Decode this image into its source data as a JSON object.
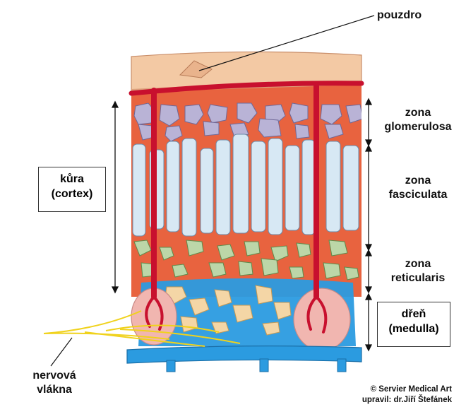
{
  "labels": {
    "capsule": "pouzdro",
    "cortex_line1": "kůra",
    "cortex_line2": "(cortex)",
    "glomerulosa_line1": "zona",
    "glomerulosa_line2": "glomerulosa",
    "fasciculata_line1": "zona",
    "fasciculata_line2": "fasciculata",
    "reticularis_line1": "zona",
    "reticularis_line2": "reticularis",
    "medulla_line1": "dřeň",
    "medulla_line2": "(medulla)",
    "nerve_line1": "nervová",
    "nerve_line2": "vlákna"
  },
  "credits": {
    "line1": "© Servier Medical Art",
    "line2": "upravil: dr.Jiří Štefánek"
  },
  "colors": {
    "capsule": "#f3c9a4",
    "capsule_dark": "#dca27c",
    "tissue": "#e8633f",
    "glomerulosa_cells": "#b9b3d6",
    "fasciculata_cells": "#d7e8f4",
    "reticularis_cells": "#bcd6a8",
    "medulla_cells": "#f4d6a6",
    "vein": "#2b9be0",
    "artery": "#c8102e",
    "nerve": "#f0d21c",
    "ganglion": "#f1b6b0"
  }
}
